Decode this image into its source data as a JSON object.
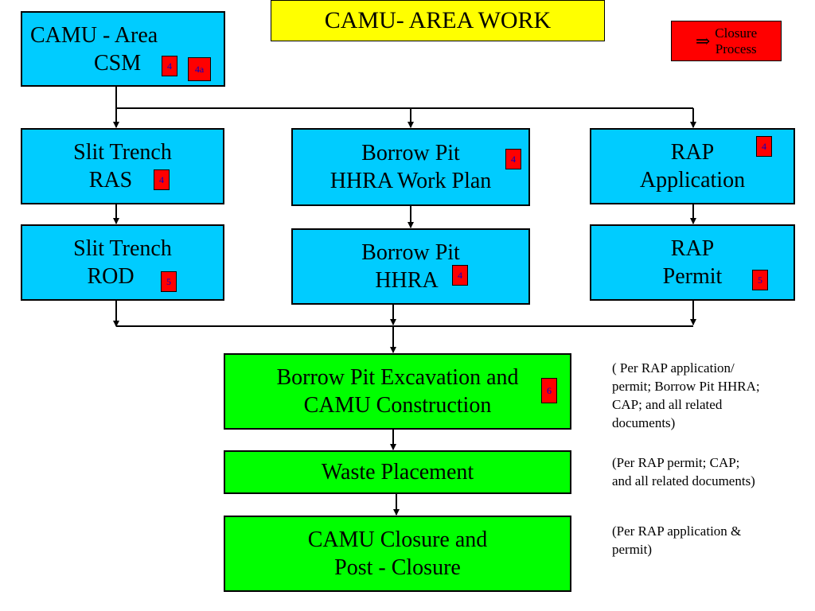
{
  "title": "CAMU- AREA WORK",
  "legend": {
    "arrow": "⇒",
    "line1": "Closure",
    "line2": "Process"
  },
  "boxes": {
    "csm": {
      "line1": "CAMU - Area",
      "line2": "CSM",
      "badges": [
        "4",
        "4a"
      ]
    },
    "slit_ras": {
      "line1": "Slit Trench",
      "line2": "RAS",
      "badge": "4"
    },
    "slit_rod": {
      "line1": "Slit Trench",
      "line2": "ROD",
      "badge": "5"
    },
    "bp_workplan": {
      "line1": "Borrow Pit",
      "line2": "HHRA Work Plan",
      "badge": "4"
    },
    "bp_hhra": {
      "line1": "Borrow Pit",
      "line2": "HHRA",
      "badge": "4"
    },
    "rap_app": {
      "line1": "RAP",
      "line2": "Application",
      "badge": "4"
    },
    "rap_permit": {
      "line1": "RAP",
      "line2": "Permit",
      "badge": "5"
    },
    "excavation": {
      "line1": "Borrow Pit Excavation and",
      "line2": "CAMU Construction",
      "badge": "6"
    },
    "waste": {
      "line1": "Waste Placement"
    },
    "closure": {
      "line1": "CAMU Closure and",
      "line2": "Post - Closure"
    }
  },
  "notes": {
    "excavation": [
      "( Per RAP application/",
      "permit; Borrow Pit HHRA;",
      "CAP; and all related",
      "documents)"
    ],
    "waste": [
      "(Per RAP permit; CAP;",
      "and all related documents)"
    ],
    "closure": [
      "(Per RAP application &",
      "permit)"
    ]
  }
}
